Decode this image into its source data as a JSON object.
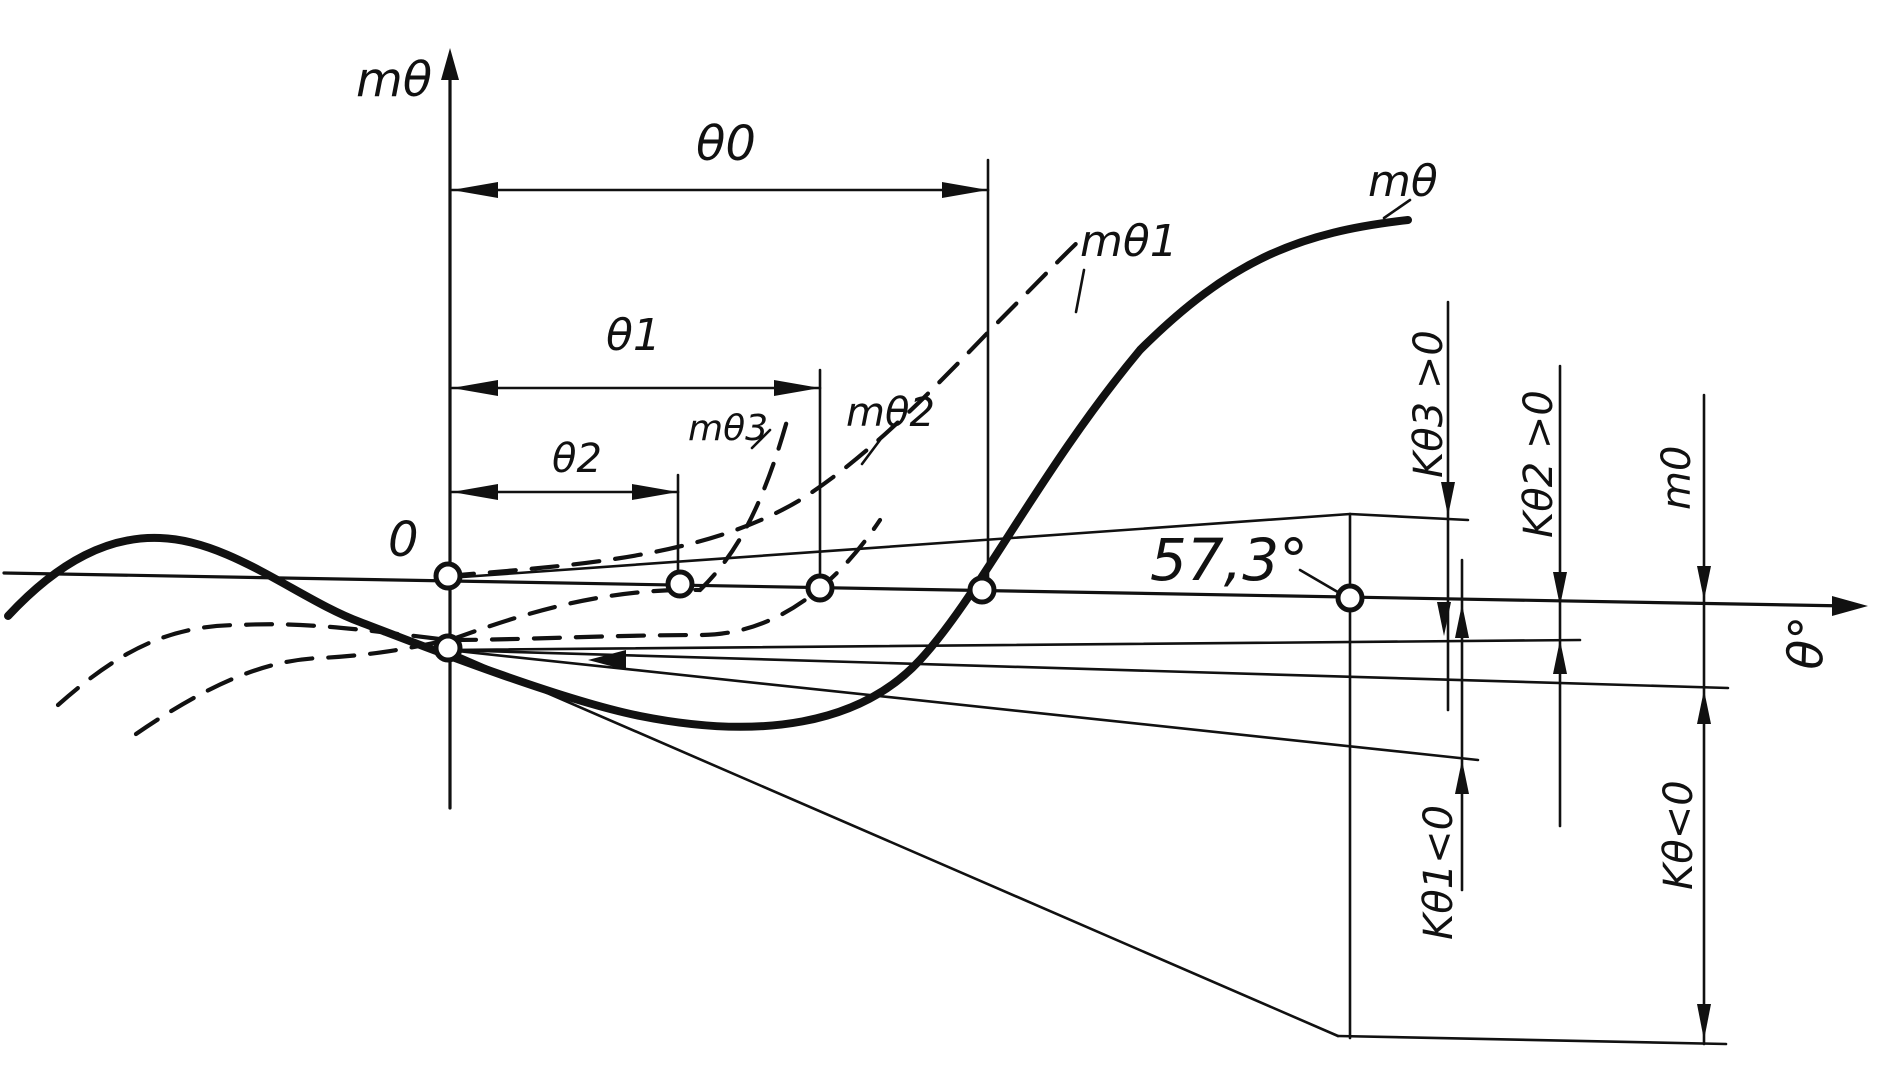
{
  "labels": {
    "y_axis": "mθ",
    "x_axis": "θ°",
    "origin": "0",
    "theta0": "θ0",
    "theta1": "θ1",
    "theta2": "θ2",
    "curve_main": "mθ",
    "curve_1": "mθ1",
    "curve_2": "mθ2",
    "curve_3": "mθ3",
    "angle": "57,3°",
    "k_theta3": "Kθ3 >0",
    "k_theta2": "Kθ2 >0",
    "k_theta1": "Kθ1<0",
    "k_theta": "Kθ<0",
    "m0": "m0"
  }
}
